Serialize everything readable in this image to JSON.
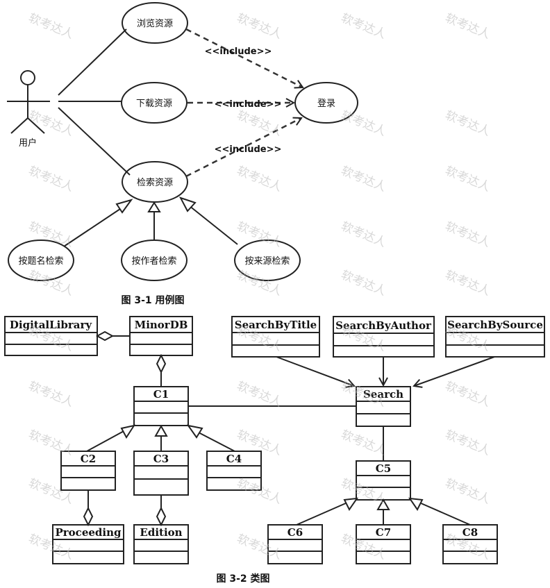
{
  "use_case_diagram": {
    "actor": "用户",
    "use_cases": {
      "browse": "浏览资源",
      "download": "下载资源",
      "search": "检索资源",
      "login": "登录",
      "by_title": "按题名检索",
      "by_author": "按作者检索",
      "by_source": "按来源检索"
    },
    "include_labels": [
      "<<include>>",
      "<<include>>",
      "<<include>>"
    ],
    "caption": "图 3-1  用例图"
  },
  "class_diagram": {
    "classes": {
      "digital_library": "DigitalLibrary",
      "minor_db": "MinorDB",
      "c1": "C1",
      "c2": "C2",
      "c3": "C3",
      "c4": "C4",
      "proceeding": "Proceeding",
      "edition": "Edition",
      "search_by_title": "SearchByTitle",
      "search_by_author": "SearchByAuthor",
      "search_by_source": "SearchBySource",
      "search": "Search",
      "c5": "C5",
      "c6": "C6",
      "c7": "C7",
      "c8": "C8"
    },
    "caption": "图 3-2  类图"
  },
  "watermark": "软考达人"
}
